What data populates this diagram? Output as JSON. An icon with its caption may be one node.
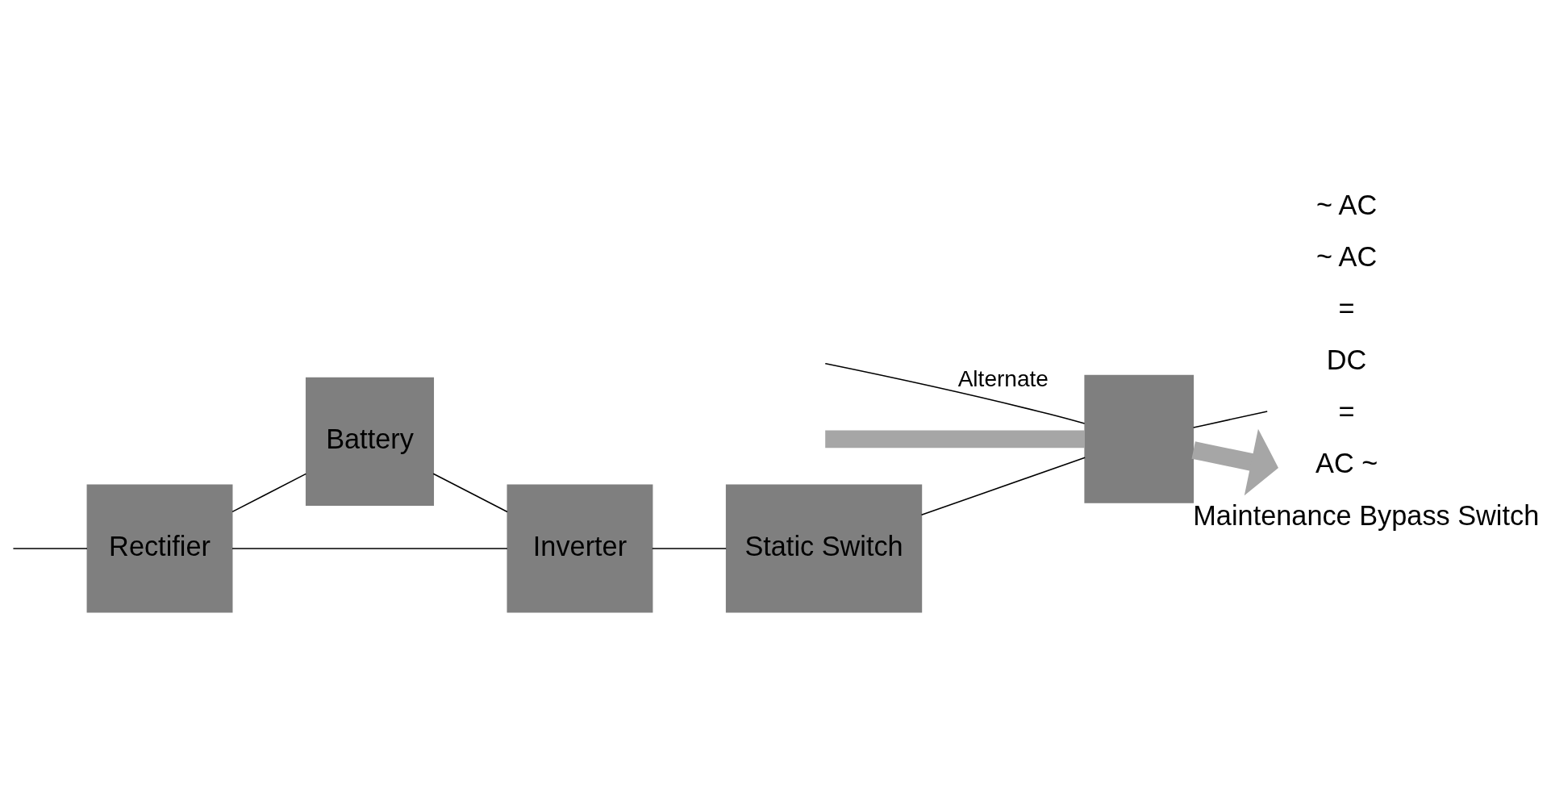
{
  "diagram": {
    "nodes": [
      {
        "text": [
          "Rectifier"
        ]
      },
      {
        "text": [
          "Battery"
        ]
      },
      {
        "text": [
          "Inverter"
        ]
      },
      {
        "text": [
          "Static Switch"
        ]
      },
      {
        "text": [
          "Maintenance Bypass Switch"
        ]
      }
    ],
    "edges": [
      {
        "from": null,
        "to": 0,
        "arrow": "none"
      },
      {
        "from": 0,
        "to": 2,
        "arrow": "none"
      },
      {
        "from": 0,
        "to": 1,
        "arrow": "none"
      },
      {
        "from": 1,
        "to": 2,
        "arrow": "none"
      },
      {
        "from": 2,
        "to": 3,
        "arrow": "none"
      },
      {
        "from": 3,
        "to": 4,
        "arrow": "none"
      },
      {
        "from": null,
        "to": 4,
        "arrow": "none",
        "label": "Alternate"
      },
      {
        "from": null,
        "to": 4,
        "arrow": "none",
        "style": "thick",
        "color": "#a6a6a6"
      },
      {
        "from": 4,
        "to": null,
        "arrow": "none"
      },
      {
        "from": 4,
        "to": null,
        "arrow": "to",
        "style": "thick",
        "color": "#a6a6a6"
      }
    ],
    "labels": [
      "AC ~",
      "=",
      "DC",
      "=",
      "~ AC",
      "~ AC"
    ]
  }
}
